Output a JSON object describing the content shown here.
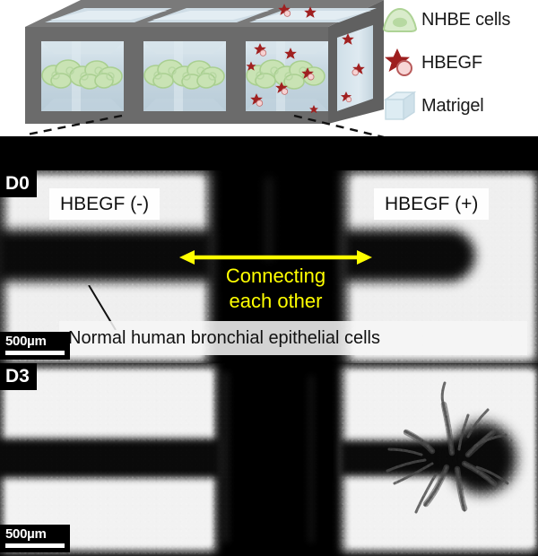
{
  "figure": {
    "title": "NHBE cell microfluidic device schematic with D0 and D3 phase-contrast micrographs"
  },
  "schematic": {
    "device_name": "three-chamber-microfluidic-device",
    "chamber_count": 3,
    "colors": {
      "device_frame": "#6b6b6b",
      "device_frame_dark": "#5a5a5a",
      "device_top": "#777777",
      "matrigel_fill": "#c9d9e2",
      "matrigel_light": "#dce8ef",
      "cells_fill": "#c9e3b4",
      "cells_stroke": "#a9cf90",
      "hbegf_star": "#a02020",
      "hbegf_circle": "#f6d2d2",
      "dashed_line": "#111111"
    },
    "legend": [
      {
        "icon": "nhbe-cell-icon",
        "label": "NHBE cells"
      },
      {
        "icon": "hbegf-molecule-icon",
        "label": "HBEGF"
      },
      {
        "icon": "matrigel-cube-icon",
        "label": "Matrigel"
      }
    ]
  },
  "panels": [
    {
      "id": "d0",
      "day_label": "D0",
      "left_condition": "HBEGF (-)",
      "right_condition": "HBEGF (+)",
      "cell_caption": "Normal human bronchial epithelial cells",
      "annotation_text_line1": "Connecting",
      "annotation_text_line2": "each other",
      "annotation_color": "#ffff00",
      "scale_bar_label": "500µm"
    },
    {
      "id": "d3",
      "day_label": "D3",
      "scale_bar_label": "500µm"
    }
  ]
}
